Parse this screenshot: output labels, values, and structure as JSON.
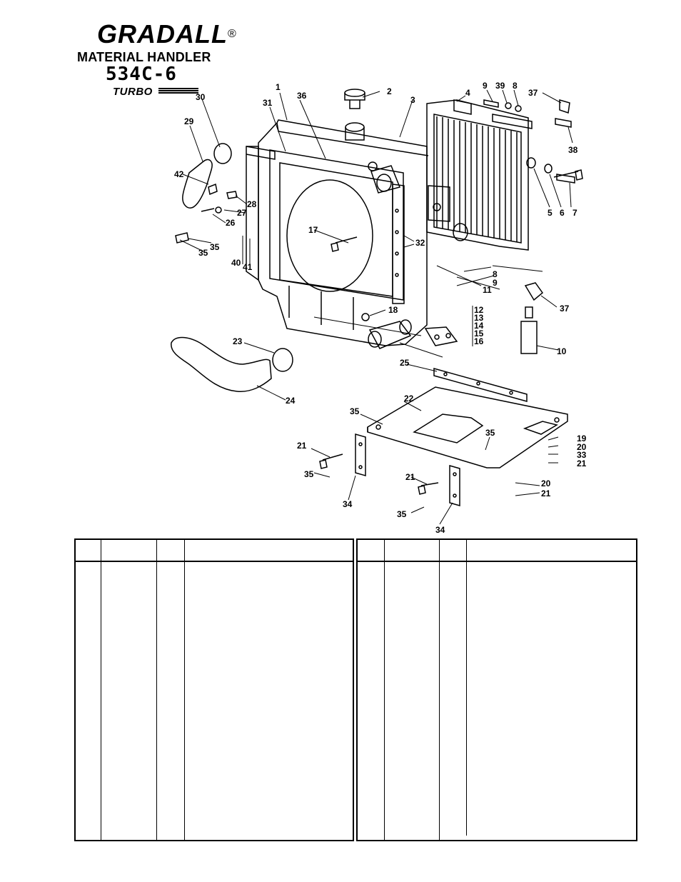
{
  "header": {
    "brand": "GRADALL",
    "registered": "®",
    "subtitle": "MATERIAL HANDLER",
    "model": "534C-6",
    "turbo": "TURBO"
  },
  "callouts": [
    "1",
    "2",
    "3",
    "4",
    "5",
    "6",
    "7",
    "8",
    "9",
    "10",
    "11",
    "12",
    "13",
    "14",
    "15",
    "16",
    "17",
    "18",
    "19",
    "20",
    "21",
    "22",
    "23",
    "24",
    "25",
    "26",
    "27",
    "28",
    "29",
    "30",
    "31",
    "32",
    "33",
    "34",
    "35",
    "36",
    "37",
    "38",
    "39",
    "40",
    "41",
    "42"
  ],
  "table": {
    "left": {
      "columns": 4
    },
    "right": {
      "columns": 4
    }
  }
}
